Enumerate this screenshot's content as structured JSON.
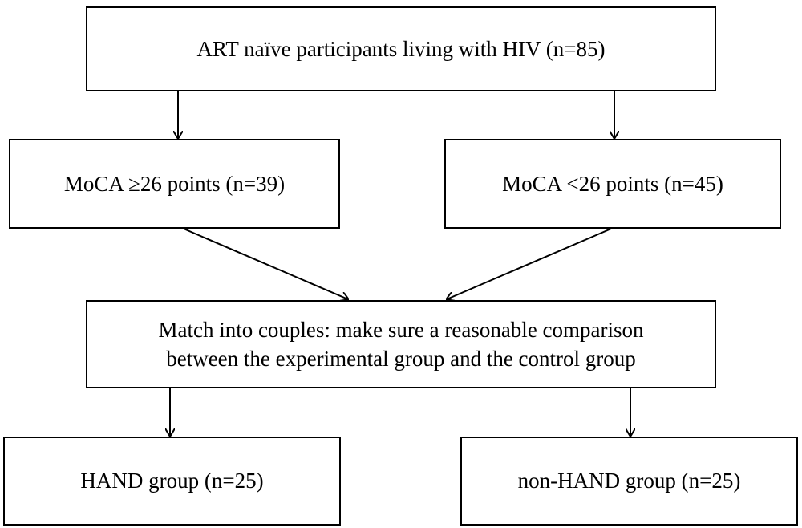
{
  "nodes": {
    "top": "ART naïve participants living with HIV (n=85)",
    "left": "MoCA ≥26 points (n=39)",
    "right": "MoCA <26 points (n=45)",
    "middle": {
      "line1": "Match into couples: make sure a reasonable comparison",
      "line2": "between the experimental group and the control group"
    },
    "bottom_left": "HAND group (n=25)",
    "bottom_right": "non-HAND group (n=25)"
  },
  "colors": {
    "stroke": "#000000",
    "background": "#ffffff"
  }
}
